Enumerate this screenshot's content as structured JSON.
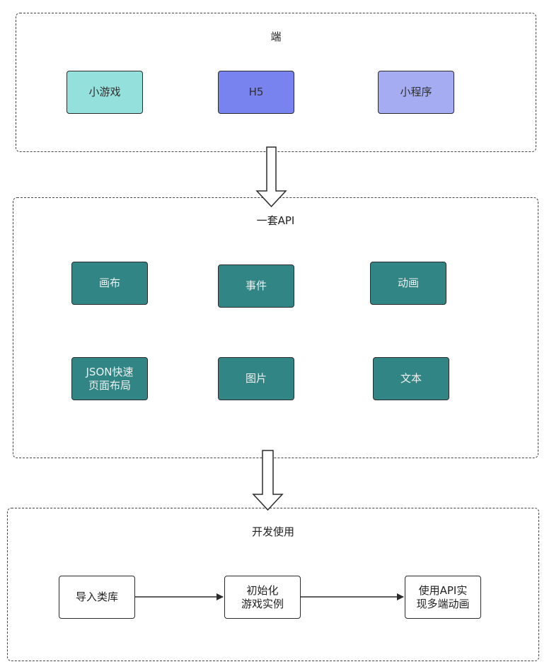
{
  "groups": {
    "clients": {
      "title": "端",
      "nodes": [
        "小游戏",
        "H5",
        "小程序"
      ]
    },
    "api": {
      "title": "一套API",
      "nodes": [
        "画布",
        "事件",
        "动画",
        "JSON快速\n页面布局",
        "图片",
        "文本"
      ]
    },
    "usage": {
      "title": "开发使用",
      "steps": [
        "导入类库",
        "初始化\n游戏实例",
        "使用API实\n现多端动画"
      ]
    }
  },
  "colors": {
    "client_teal": "#93e0dc",
    "client_blue": "#7883ef",
    "client_lilac": "#a5acf2",
    "api_fill": "#318585",
    "border": "#2b2b2b"
  }
}
